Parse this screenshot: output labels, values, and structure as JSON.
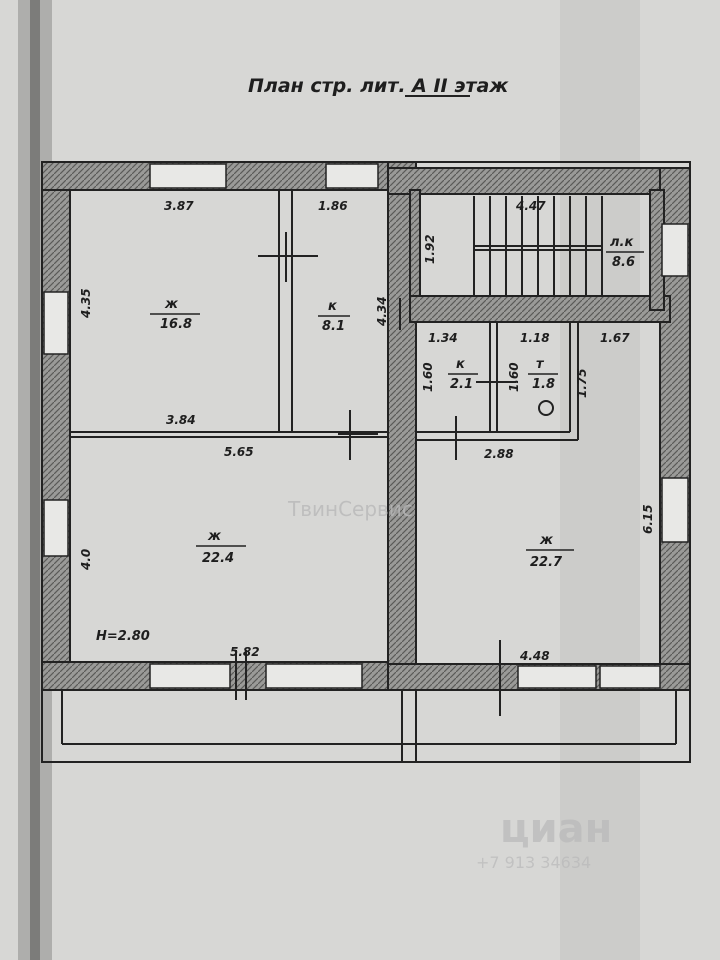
{
  "title": "План стр. лит. А  II этаж",
  "height_label": "H=2.80",
  "rooms": [
    {
      "id": "room-living-1",
      "type": "ж",
      "area": "16.8"
    },
    {
      "id": "room-kitchen-1",
      "type": "к",
      "area": "8.1"
    },
    {
      "id": "room-living-2",
      "type": "ж",
      "area": "22.4"
    },
    {
      "id": "room-stair",
      "type": "л.к",
      "area": "8.6"
    },
    {
      "id": "room-kitchen-2",
      "type": "к",
      "area": "2.1"
    },
    {
      "id": "room-toilet",
      "type": "т",
      "area": "1.8"
    },
    {
      "id": "room-living-3",
      "type": "ж",
      "area": "22.7"
    }
  ],
  "dimensions": {
    "top_left": "3.87",
    "top_mid": "1.86",
    "left_upper": "4.35",
    "mid_vertical": "4.34",
    "lower_left_top": "3.84",
    "lower_left_top2": "5.65",
    "left_lower": "4.0",
    "bottom_left": "5.82",
    "stair_top": "4.47",
    "stair_left": "1.92",
    "small_k_top": "1.34",
    "small_t_top": "1.18",
    "right_top": "1.67",
    "small_left": "1.60",
    "small_mid": "1.60",
    "small_right": "1.75",
    "right_mid": "2.88",
    "right_vertical": "6.15",
    "bottom_right": "4.48"
  },
  "watermarks": {
    "center": "ТвинСервис",
    "cian": "циан",
    "phone": "+7 913 34634"
  }
}
